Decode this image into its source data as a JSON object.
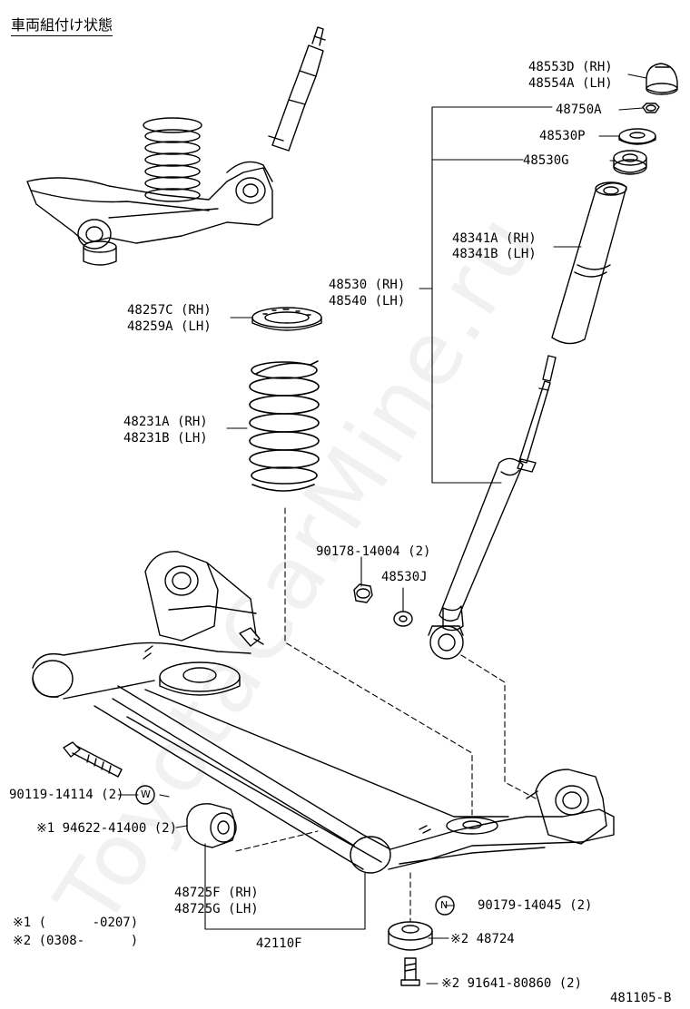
{
  "header": {
    "title": "車両組付け状態"
  },
  "watermark": {
    "text": "ToyotaCarMine.ru"
  },
  "labels": {
    "p48553D": "48553D (RH)",
    "p48554A": "48554A (LH)",
    "p48750A": "48750A",
    "p48530P": "48530P",
    "p48530G": "48530G",
    "p48341A": "48341A (RH)",
    "p48341B": "48341B (LH)",
    "p48530": "48530 (RH)",
    "p48540": "48540 (LH)",
    "p48257C": "48257C (RH)",
    "p48259A": "48259A (LH)",
    "p48231A": "48231A (RH)",
    "p48231B": "48231B (LH)",
    "p90178": "90178-14004 (2)",
    "p48530J": "48530J",
    "p90119": "90119-14114 (2)",
    "p94622": "※1 94622-41400 (2)",
    "p48725F": "48725F (RH)",
    "p48725G": "48725G (LH)",
    "p42110F": "42110F",
    "p90179": "90179-14045 (2)",
    "p48724": "※2 48724",
    "p91641": "※2 91641-80860 (2)",
    "note1": "※1 (      -0207)",
    "note2": "※2 (0308-      )",
    "figure_id": "481105-B"
  },
  "markers": {
    "w": "W",
    "n": "N"
  }
}
